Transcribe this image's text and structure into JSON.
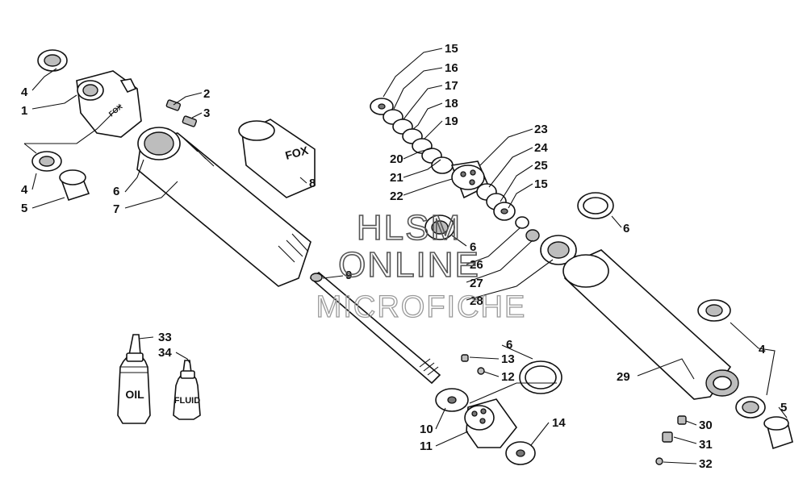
{
  "watermark": {
    "line1": "HLSM",
    "line2": "ONLINE",
    "line3": "MICROFICHE"
  },
  "bottles": {
    "oil_label": "OIL",
    "fluid_label": "FLUID"
  },
  "callouts": [
    {
      "id": "c-4a",
      "text": "4"
    },
    {
      "id": "c-1",
      "text": "1"
    },
    {
      "id": "c-2",
      "text": "2"
    },
    {
      "id": "c-3",
      "text": "3"
    },
    {
      "id": "c-4b",
      "text": "4"
    },
    {
      "id": "c-5a",
      "text": "5"
    },
    {
      "id": "c-6a",
      "text": "6"
    },
    {
      "id": "c-7",
      "text": "7"
    },
    {
      "id": "c-8",
      "text": "8"
    },
    {
      "id": "c-9",
      "text": "9"
    },
    {
      "id": "c-15a",
      "text": "15"
    },
    {
      "id": "c-16",
      "text": "16"
    },
    {
      "id": "c-17",
      "text": "17"
    },
    {
      "id": "c-18",
      "text": "18"
    },
    {
      "id": "c-19",
      "text": "19"
    },
    {
      "id": "c-20",
      "text": "20"
    },
    {
      "id": "c-21",
      "text": "21"
    },
    {
      "id": "c-22",
      "text": "22"
    },
    {
      "id": "c-23",
      "text": "23"
    },
    {
      "id": "c-24",
      "text": "24"
    },
    {
      "id": "c-25",
      "text": "25"
    },
    {
      "id": "c-15b",
      "text": "15"
    },
    {
      "id": "c-6b",
      "text": "6"
    },
    {
      "id": "c-26",
      "text": "26"
    },
    {
      "id": "c-27",
      "text": "27"
    },
    {
      "id": "c-28",
      "text": "28"
    },
    {
      "id": "c-6c",
      "text": "6"
    },
    {
      "id": "c-33",
      "text": "33"
    },
    {
      "id": "c-34",
      "text": "34"
    },
    {
      "id": "c-6d",
      "text": "6"
    },
    {
      "id": "c-13",
      "text": "13"
    },
    {
      "id": "c-12",
      "text": "12"
    },
    {
      "id": "c-10",
      "text": "10"
    },
    {
      "id": "c-11",
      "text": "11"
    },
    {
      "id": "c-14",
      "text": "14"
    },
    {
      "id": "c-29",
      "text": "29"
    },
    {
      "id": "c-4c",
      "text": "4"
    },
    {
      "id": "c-5b",
      "text": "5"
    },
    {
      "id": "c-30",
      "text": "30"
    },
    {
      "id": "c-31",
      "text": "31"
    },
    {
      "id": "c-32",
      "text": "32"
    }
  ]
}
